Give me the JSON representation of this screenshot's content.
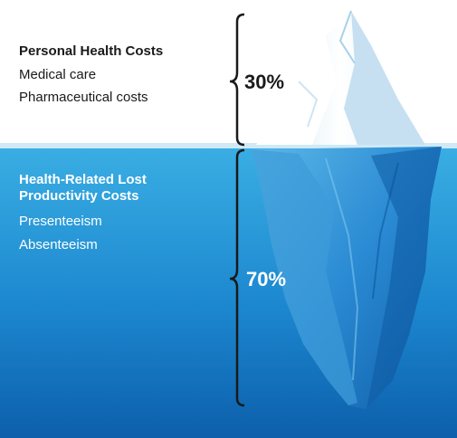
{
  "above_water": {
    "title": "Personal Health Costs",
    "items": [
      "Medical care",
      "Pharmaceutical costs"
    ],
    "percent": "30%"
  },
  "below_water": {
    "title": "Health-Related Lost Productivity Costs",
    "items": [
      "Presenteeism",
      "Absenteeism"
    ],
    "percent": "70%"
  },
  "colors": {
    "water_top": "#34a8e0",
    "water_bottom": "#0d62ad",
    "ice_light": "#ffffff",
    "ice_shadow": "#bcdcef",
    "ice_underwater": "#1e7fcb",
    "bracket": "#1a1a1a",
    "text_dark": "#1a1a1a",
    "text_light": "#ffffff"
  }
}
